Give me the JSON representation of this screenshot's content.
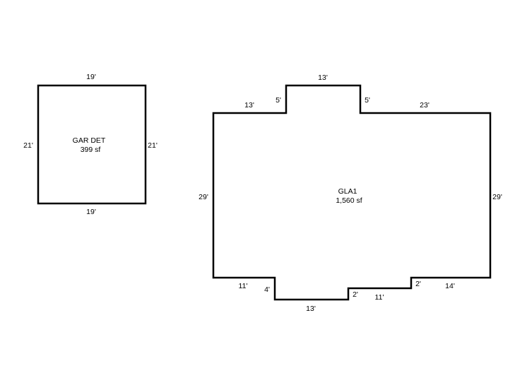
{
  "garage": {
    "name": "GAR DET",
    "area": "399 sf",
    "dims": {
      "top": "19'",
      "bottom": "19'",
      "left": "21'",
      "right": "21'"
    }
  },
  "gla": {
    "name": "GLA1",
    "area": "1,560 sf",
    "dims": {
      "top_left": "13'",
      "bump_left": "5'",
      "bump_top": "13'",
      "bump_right": "5'",
      "top_right": "23'",
      "left": "29'",
      "right": "29'",
      "bottom_left": "11'",
      "notch_left": "4'",
      "notch_bottom": "13'",
      "step_up_a": "2'",
      "step_mid": "11'",
      "step_up_b": "2'",
      "bottom_right": "14'"
    }
  },
  "colors": {
    "line": "#000000",
    "background": "#ffffff"
  }
}
